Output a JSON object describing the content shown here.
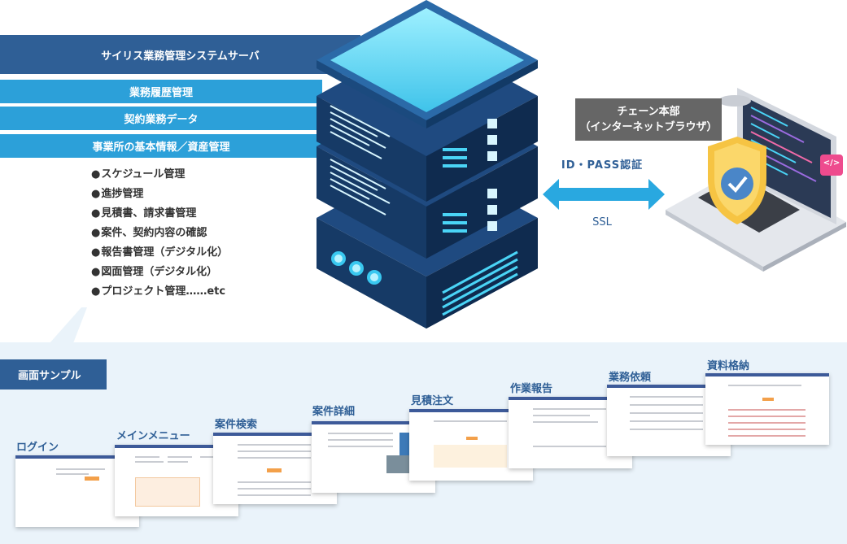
{
  "server": {
    "title": "サイリス業務管理システムサーバ",
    "modules": [
      "業務履歴管理",
      "契約業務データ",
      "事業所の基本情報／資産管理"
    ],
    "features": [
      "スケジュール管理",
      "進捗管理",
      "見積書、請求書管理",
      "案件、契約内容の確認",
      "報告書管理（デジタル化）",
      "図面管理（デジタル化）",
      "プロジェクト管理……etc"
    ]
  },
  "client": {
    "line1": "チェーン本部",
    "line2": "（インターネットブラウザ）",
    "code_icon": "</>"
  },
  "connection": {
    "auth": "ID・PASS認証",
    "protocol": "SSL"
  },
  "samples": {
    "tag": "画面サンプル",
    "screens": [
      "ログイン",
      "メインメニュー",
      "案件検索",
      "案件詳細",
      "見積注文",
      "作業報告",
      "業務依頼",
      "資料格納"
    ]
  },
  "colors": {
    "navy": "#2f5f96",
    "cyan": "#2ca0d9",
    "gray_label": "#666666",
    "arrow": "#29a8e0",
    "light_bg": "#eaf3fa"
  }
}
